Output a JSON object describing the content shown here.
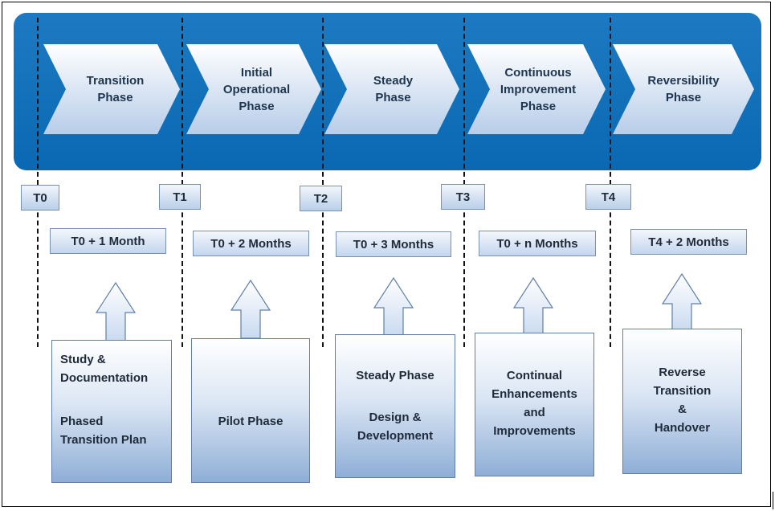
{
  "phases": [
    {
      "label": "Transition\nPhase"
    },
    {
      "label": "Initial\nOperational\nPhase"
    },
    {
      "label": "Steady\nPhase"
    },
    {
      "label": "Continuous\nImprovement\nPhase"
    },
    {
      "label": "Reversibility\nPhase"
    }
  ],
  "milestones": [
    "T0",
    "T1",
    "T2",
    "T3",
    "T4"
  ],
  "durations": [
    "T0 + 1 Month",
    "T0 + 2 Months",
    "T0 + 3 Months",
    "T0 + n Months",
    "T4 + 2 Months"
  ],
  "cards": [
    {
      "line1": "Study &\nDocumentation",
      "line2": "Phased\nTransition Plan"
    },
    {
      "line1": "Pilot Phase"
    },
    {
      "line1": "Steady Phase",
      "line2": "Design &\nDevelopment"
    },
    {
      "line1": "Continual\nEnhancements\nand\nImprovements"
    },
    {
      "line1": "Reverse\nTransition\n&\nHandover"
    }
  ],
  "colors": {
    "band": "#0a6fbd",
    "chevron_top": "#ffffff",
    "chevron_bottom": "#b7cde9"
  }
}
